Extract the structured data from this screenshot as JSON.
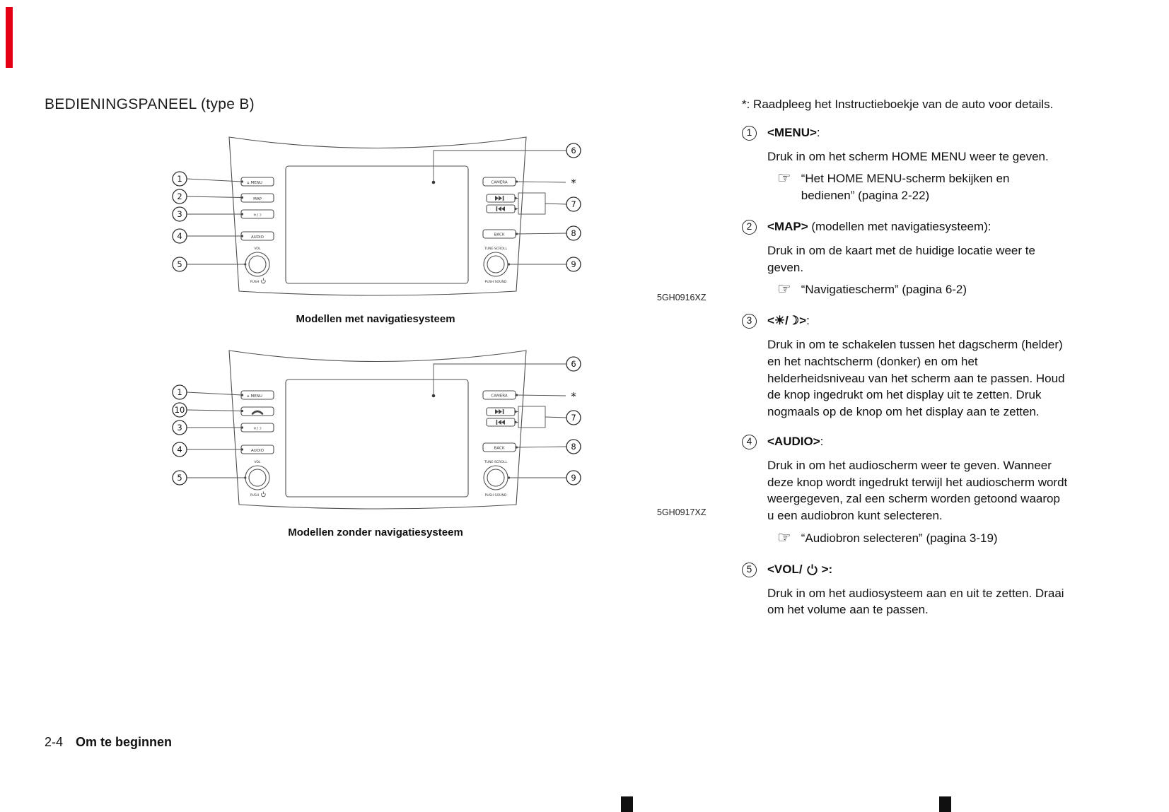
{
  "colors": {
    "accent_red": "#e60013",
    "line_gray": "#4f4f4f"
  },
  "icons": {
    "pointer": "☞",
    "house": "⌂"
  },
  "page": {
    "title": "BEDIENINGSPANEEL (type B)",
    "footer": {
      "page_number": "2-4",
      "section_title": "Om te beginnen"
    }
  },
  "figures": [
    {
      "caption": "Modellen met navigatiesysteem",
      "code": "5GH0916XZ",
      "buttons": {
        "menu": "MENU",
        "map": "MAP",
        "day_night": "☀/☽",
        "audio": "AUDIO",
        "camera": "CAMERA",
        "back": "BACK"
      },
      "knobs": {
        "vol_top": "VOL",
        "vol_bottom": "PUSH",
        "tune_top": "TUNE·SCROLL",
        "tune_bottom": "PUSH SOUND"
      },
      "callouts": {
        "n1": "1",
        "n2": "2",
        "n3": "3",
        "n4": "4",
        "n5": "5",
        "n6": "6",
        "n7": "7",
        "n8": "8",
        "n9": "9",
        "star": "*"
      }
    },
    {
      "caption": "Modellen zonder navigatiesysteem",
      "code": "5GH0917XZ",
      "buttons": {
        "menu": "MENU",
        "day_night": "☀/☽",
        "audio": "AUDIO",
        "camera": "CAMERA",
        "back": "BACK"
      },
      "knobs": {
        "vol_top": "VOL",
        "vol_bottom": "PUSH",
        "tune_top": "TUNE·SCROLL",
        "tune_bottom": "PUSH SOUND"
      },
      "callouts": {
        "n1": "1",
        "n2": "10",
        "n3": "3",
        "n4": "4",
        "n5": "5",
        "n6": "6",
        "n7": "7",
        "n8": "8",
        "n9": "9",
        "star": "*"
      }
    }
  ],
  "sidebar": {
    "note": "*: Raadpleeg het Instructieboekje van de auto voor details.",
    "entries": [
      {
        "num": "1",
        "label": "<MENU>",
        "suffix": ":",
        "body": "Druk in om het scherm HOME MENU weer te geven.",
        "ref": "“Het HOME MENU-scherm bekijken en bedienen” (pagina 2-22)"
      },
      {
        "num": "2",
        "label": "<MAP>",
        "suffix": " (modellen met navigatiesysteem):",
        "body": "Druk in om de kaart met de huidige locatie weer te geven.",
        "ref": "“Navigatiescherm” (pagina 6-2)"
      },
      {
        "num": "3",
        "label": "<☀/☽>",
        "suffix": ":",
        "body": "Druk in om te schakelen tussen het dagscherm (helder) en het nachtscherm (donker) en om het helderheidsniveau van het scherm aan te passen. Houd de knop ingedrukt om het display uit te zetten. Druk nogmaals op de knop om het display aan te zetten."
      },
      {
        "num": "4",
        "label": "<AUDIO>",
        "suffix": ":",
        "body": "Druk in om het audioscherm weer te geven. Wanneer deze knop wordt ingedrukt terwijl het audioscherm wordt weergegeven, zal een scherm worden getoond waarop u een audiobron kunt selecteren.",
        "ref": "“Audiobron selecteren” (pagina 3-19)"
      },
      {
        "num": "5",
        "label": "<VOL/",
        "suffix": ">:",
        "body": "Druk in om het audiosysteem aan en uit te zetten. Draai om het volume aan te passen."
      }
    ]
  }
}
